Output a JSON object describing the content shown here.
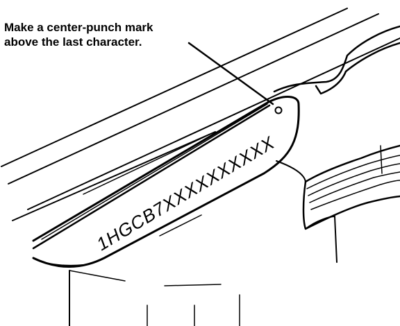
{
  "callout": {
    "line1": "Make a center-punch mark",
    "line2": "above the last character."
  },
  "vin_plate": {
    "text": "1HGCB7XXXXXXXXXX"
  },
  "colors": {
    "ink": "#000000",
    "background": "#ffffff"
  }
}
